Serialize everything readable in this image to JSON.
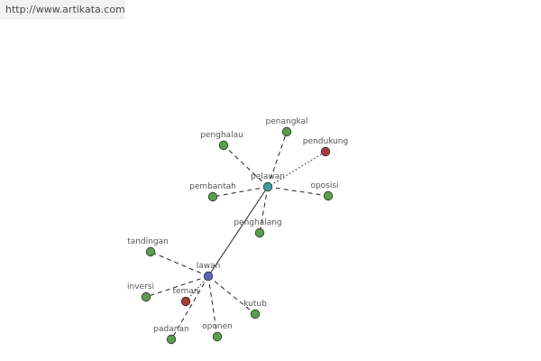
{
  "header": {
    "url": "http://www.artikata.com"
  },
  "colors": {
    "synonym": "#5a9e4b",
    "antonym": "#a83a3a",
    "center_lawan": "#5a64b8",
    "center_pelawan": "#3f9a9a",
    "edge": "#222222"
  },
  "graph": {
    "centers": [
      {
        "id": "lawan",
        "label": "lawan",
        "kind": "center_lawan"
      },
      {
        "id": "pelawan",
        "label": "pelawan",
        "kind": "center_pelawan"
      }
    ],
    "nodes": [
      {
        "id": "penghalau",
        "label": "penghalau",
        "kind": "synonym",
        "parent": "pelawan",
        "link": "dashed"
      },
      {
        "id": "penangkal",
        "label": "penangkal",
        "kind": "synonym",
        "parent": "pelawan",
        "link": "dashed"
      },
      {
        "id": "pendukung",
        "label": "pendukung",
        "kind": "antonym",
        "parent": "pelawan",
        "link": "dotted"
      },
      {
        "id": "pembantah",
        "label": "pembantah",
        "kind": "synonym",
        "parent": "pelawan",
        "link": "dashed"
      },
      {
        "id": "oposisi",
        "label": "oposisi",
        "kind": "synonym",
        "parent": "pelawan",
        "link": "dashed"
      },
      {
        "id": "penghalang",
        "label": "penghalang",
        "kind": "synonym",
        "parent": "pelawan",
        "link": "dashed"
      },
      {
        "id": "tandingan",
        "label": "tandingan",
        "kind": "synonym",
        "parent": "lawan",
        "link": "dashed"
      },
      {
        "id": "inversi",
        "label": "inversi",
        "kind": "synonym",
        "parent": "lawan",
        "link": "dashed"
      },
      {
        "id": "teman",
        "label": "teman",
        "kind": "antonym",
        "parent": "lawan",
        "link": "dotted"
      },
      {
        "id": "kutub",
        "label": "kutub",
        "kind": "synonym",
        "parent": "lawan",
        "link": "dashed"
      },
      {
        "id": "padanan",
        "label": "padanan",
        "kind": "synonym",
        "parent": "lawan",
        "link": "dashed"
      },
      {
        "id": "oponen",
        "label": "oponen",
        "kind": "synonym",
        "parent": "lawan",
        "link": "dashed"
      }
    ],
    "center_link": {
      "from": "lawan",
      "to": "pelawan",
      "link": "solid"
    }
  }
}
